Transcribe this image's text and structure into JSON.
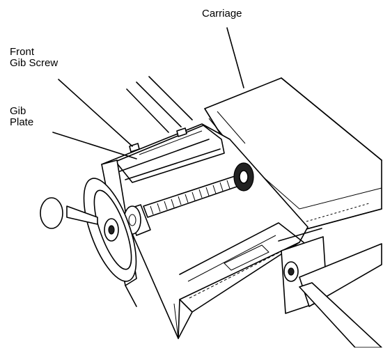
{
  "labels": {
    "carriage": "Carriage",
    "front_gib_screw": [
      "Front",
      "Gib Screw"
    ],
    "gib_plate": [
      "Gib",
      "Plate"
    ]
  }
}
